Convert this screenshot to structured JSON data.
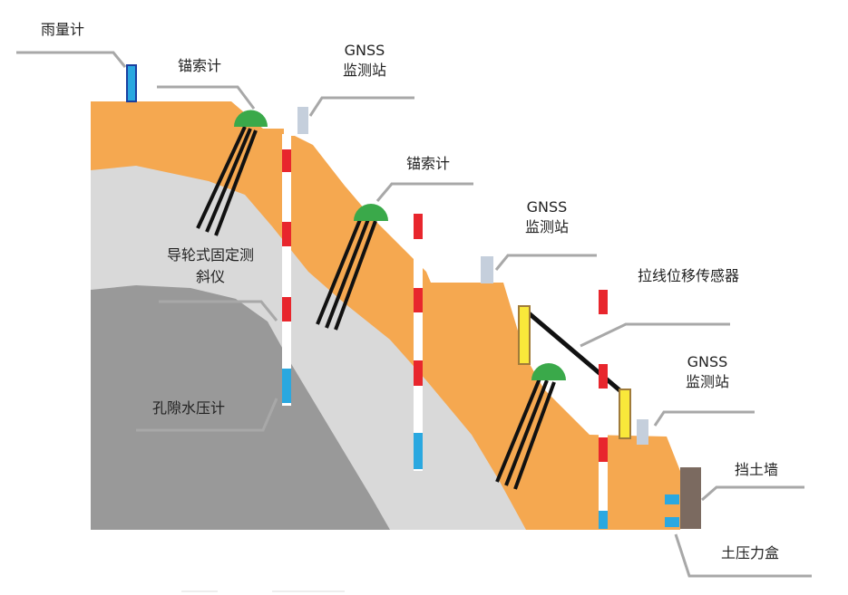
{
  "diagram": {
    "labels": {
      "rain_gauge": "雨量计",
      "anchor_meter_1": "锚索计",
      "gnss_1": "GNSS\n监测站",
      "anchor_meter_2": "锚索计",
      "inclinometer": "导轮式固定测\n斜仪",
      "gnss_2": "GNSS\n监测站",
      "wire_displacement": "拉线位移传感器",
      "piezometer": "孔隙水压计",
      "gnss_3": "GNSS\n监测站",
      "retaining_wall": "挡土墙",
      "earth_pressure_cell": "土压力盒"
    },
    "colors": {
      "soil": "#f5a850",
      "weathered": "#d9d9d9",
      "bedrock": "#999999",
      "anchor_head": "#3aa94a",
      "marker_red": "#e8262d",
      "marker_blue": "#2aa8e0",
      "gnss_unit": "#c5cfdc",
      "sensor_yellow": "#f9e83a",
      "wall": "#7b6a60",
      "leader": "#a8a8a8"
    }
  }
}
